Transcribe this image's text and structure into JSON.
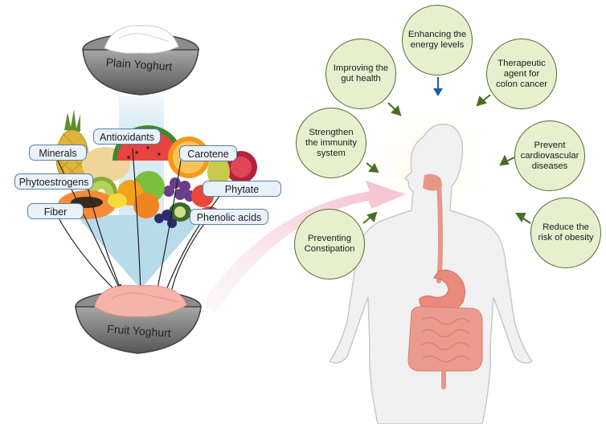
{
  "bowls": {
    "plain": "Plain Yoghurt",
    "fruit": "Fruit Yoghurt"
  },
  "nutrients": [
    {
      "id": "minerals",
      "label": "Minerals"
    },
    {
      "id": "antioxidants",
      "label": "Antioxidants"
    },
    {
      "id": "carotene",
      "label": "Carotene"
    },
    {
      "id": "phytoestrogens",
      "label": "Phytoestrogens"
    },
    {
      "id": "phytate",
      "label": "Phytate"
    },
    {
      "id": "fiber",
      "label": "Fiber"
    },
    {
      "id": "phenolic-acids",
      "label": "Phenolic acids"
    }
  ],
  "benefits": [
    {
      "id": "energy",
      "label": "Enhancing the energy levels"
    },
    {
      "id": "gut",
      "label": "Improving the gut health"
    },
    {
      "id": "colon",
      "label": "Therapeutic agent for colon cancer"
    },
    {
      "id": "immunity",
      "label": "Strengthen the immunity system"
    },
    {
      "id": "cardio",
      "label": "Prevent cardiovascular diseases"
    },
    {
      "id": "obesity",
      "label": "Reduce the risk of obesity"
    },
    {
      "id": "constipation",
      "label": "Preventing Constipation"
    }
  ],
  "colors": {
    "bubble_fill": "#e6f0cf",
    "bubble_stroke": "#5a6b2f",
    "arrow_green": "#4a6e23",
    "arrow_blue": "#1f5fa8",
    "tag_fill": "#e9f1fa",
    "tag_stroke": "#5a7fa8",
    "funnel": "#b9dbe9",
    "body": "#f2f2f2",
    "organ": "#e8968a"
  }
}
